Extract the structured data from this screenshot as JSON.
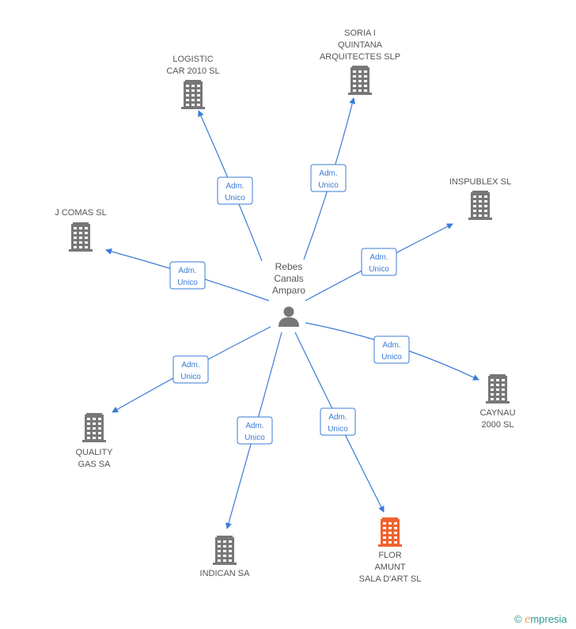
{
  "center": {
    "name": [
      "Rebes",
      "Canals",
      "Amparo"
    ],
    "icon": "person-icon"
  },
  "companies": [
    {
      "id": "logistic",
      "label": [
        "LOGISTIC",
        "CAR 2010 SL"
      ],
      "role": [
        "Adm.",
        "Unico"
      ],
      "icon": "building-icon",
      "color": "#777777"
    },
    {
      "id": "soria",
      "label": [
        "SORIA I",
        "QUINTANA",
        "ARQUITECTES SLP"
      ],
      "role": [
        "Adm.",
        "Unico"
      ],
      "icon": "building-icon",
      "color": "#777777"
    },
    {
      "id": "inspublex",
      "label": [
        "INSPUBLEX SL"
      ],
      "role": [
        "Adm.",
        "Unico"
      ],
      "icon": "building-icon",
      "color": "#777777"
    },
    {
      "id": "jcomas",
      "label": [
        "J COMAS SL"
      ],
      "role": [
        "Adm.",
        "Unico"
      ],
      "icon": "building-icon",
      "color": "#777777"
    },
    {
      "id": "caynau",
      "label": [
        "CAYNAU",
        "2000 SL"
      ],
      "role": [
        "Adm.",
        "Unico"
      ],
      "icon": "building-icon",
      "color": "#777777"
    },
    {
      "id": "quality",
      "label": [
        "QUALITY",
        "GAS SA"
      ],
      "role": [
        "Adm.",
        "Unico"
      ],
      "icon": "building-icon",
      "color": "#777777"
    },
    {
      "id": "indican",
      "label": [
        "INDICAN SA"
      ],
      "role": [
        "Adm.",
        "Unico"
      ],
      "icon": "building-icon",
      "color": "#777777"
    },
    {
      "id": "flor",
      "label": [
        "FLOR",
        "AMUNT",
        "SALA D'ART SL"
      ],
      "role": [
        "Adm.",
        "Unico"
      ],
      "icon": "building-icon",
      "color": "#f0622d"
    }
  ],
  "colors": {
    "edge": "#3a7bd5",
    "node": "#777777",
    "highlight": "#f0622d"
  },
  "watermark": {
    "copyright": "©",
    "brand_first": "e",
    "brand_rest": "mpresia"
  }
}
